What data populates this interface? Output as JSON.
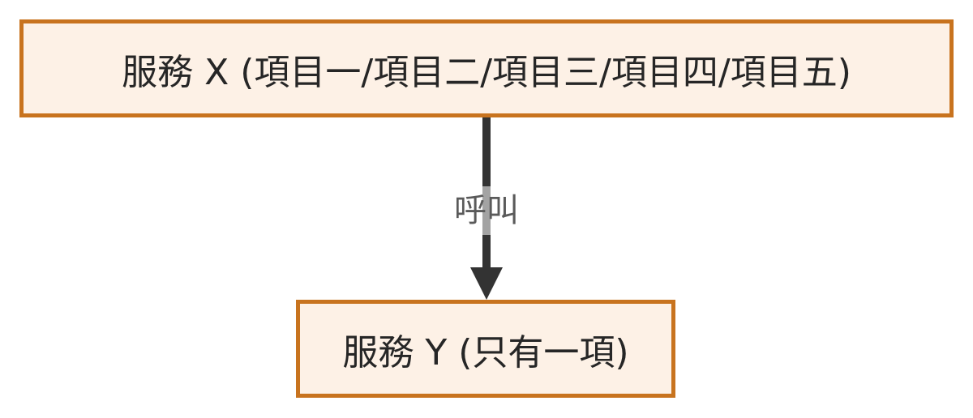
{
  "diagram": {
    "type": "flowchart",
    "colors": {
      "node_border": "#c8731e",
      "node_fill": "#fdf1e6",
      "edge": "#333333",
      "label_text": "#5a5a5a"
    },
    "nodes": [
      {
        "id": "x",
        "label": "服務 X (項目一/項目二/項目三/項目四/項目五)"
      },
      {
        "id": "y",
        "label": "服務 Y (只有一項)"
      }
    ],
    "edges": [
      {
        "from": "x",
        "to": "y",
        "label": "呼叫"
      }
    ]
  }
}
